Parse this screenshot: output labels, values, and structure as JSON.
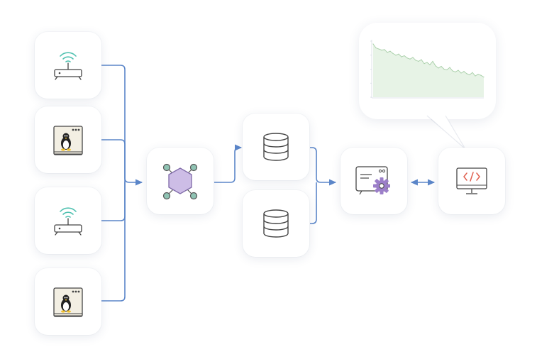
{
  "diagram": {
    "nodes": [
      {
        "id": "router-1",
        "kind": "router",
        "icon": "wifi-router-icon"
      },
      {
        "id": "linux-server-1",
        "kind": "linux-server",
        "icon": "linux-server-icon"
      },
      {
        "id": "router-2",
        "kind": "router",
        "icon": "wifi-router-icon"
      },
      {
        "id": "linux-server-2",
        "kind": "linux-server",
        "icon": "linux-server-icon"
      },
      {
        "id": "collector",
        "kind": "hub",
        "icon": "hexagon-network-icon"
      },
      {
        "id": "database-1",
        "kind": "database",
        "icon": "database-icon"
      },
      {
        "id": "database-2",
        "kind": "database",
        "icon": "database-icon"
      },
      {
        "id": "processing-server",
        "kind": "server-config",
        "icon": "server-gear-icon"
      },
      {
        "id": "dashboard",
        "kind": "monitor",
        "icon": "code-monitor-icon"
      }
    ],
    "edges": [
      {
        "from": "router-1",
        "to": "collector"
      },
      {
        "from": "linux-server-1",
        "to": "collector"
      },
      {
        "from": "router-2",
        "to": "collector"
      },
      {
        "from": "linux-server-2",
        "to": "collector"
      },
      {
        "from": "collector",
        "to": "database-1"
      },
      {
        "from": "database-1",
        "to": "processing-server"
      },
      {
        "from": "database-2",
        "to": "processing-server"
      },
      {
        "from": "processing-server",
        "to": "dashboard",
        "bidirectional": true
      }
    ],
    "colors": {
      "connector": "#5b86c9",
      "wifi": "#4fc1b0",
      "hexagon_fill": "#cdbde6",
      "hexagon_stroke": "#7f6aa8",
      "hub_nodes": "#8fc3b3",
      "gear": "#9c7fc9",
      "code_glyph": "#e0604f",
      "tux_beak": "#f1c232",
      "chart_fill": "#e7f3e6",
      "chart_line": "#a8cfa8"
    }
  },
  "callout": {
    "chart_data": {
      "type": "area",
      "title": "",
      "xlabel": "",
      "ylabel": "",
      "trend": "decreasing",
      "x": [
        0,
        1,
        2,
        3,
        4,
        5,
        6,
        7,
        8,
        9,
        10,
        11,
        12,
        13,
        14,
        15,
        16,
        17,
        18,
        19,
        20,
        21,
        22,
        23,
        24,
        25,
        26,
        27,
        28,
        29,
        30,
        31,
        32,
        33,
        34,
        35,
        36,
        37,
        38,
        39
      ],
      "values": [
        0.95,
        0.88,
        0.86,
        0.84,
        0.85,
        0.8,
        0.82,
        0.78,
        0.75,
        0.77,
        0.72,
        0.74,
        0.7,
        0.68,
        0.71,
        0.66,
        0.64,
        0.67,
        0.6,
        0.62,
        0.58,
        0.64,
        0.56,
        0.52,
        0.55,
        0.5,
        0.49,
        0.53,
        0.47,
        0.45,
        0.48,
        0.43,
        0.46,
        0.42,
        0.4,
        0.44,
        0.38,
        0.41,
        0.39,
        0.36
      ],
      "ylim": [
        0,
        1
      ],
      "grid": false,
      "legend": "none"
    }
  }
}
